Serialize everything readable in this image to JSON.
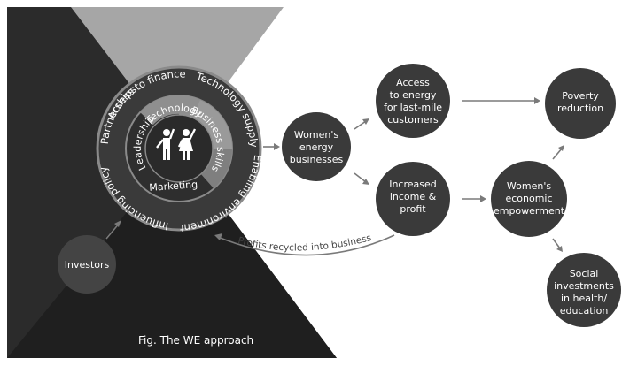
{
  "outer_ring": {
    "access_to_finance": "Access to finance",
    "technology_supply": "Technology supply",
    "partnerships": "Partnerships",
    "enabling_environment": "Enabling environment",
    "influencing_policy": "Influencing policy"
  },
  "inner_ring": {
    "technology": "Technology",
    "business_skills": "Business skills",
    "leadership": "Leadership",
    "marketing": "Marketing"
  },
  "nodes": {
    "womens_energy_businesses": [
      "Women's",
      "energy",
      "businesses"
    ],
    "access_to_energy": [
      "Access",
      "to energy",
      "for last-mile",
      "customers"
    ],
    "increased_income": [
      "Increased",
      "income &",
      "profit"
    ],
    "poverty_reduction": [
      "Poverty",
      "reduction"
    ],
    "womens_empowerment": [
      "Women's",
      "economic",
      "empowerment"
    ],
    "social_investments": [
      "Social",
      "investments",
      "in health/",
      "education"
    ],
    "investors": [
      "Investors"
    ]
  },
  "profits_recycled": "Profits recycled into business",
  "caption": "Fig. The WE approach",
  "colors": {
    "dark_bg": "#2b2b2b",
    "darker_bg": "#1f1f1f",
    "light_triangle": "#a6a6a6",
    "outer_ring": "#3a3a3a",
    "ring_border": "#8a8a8a",
    "inner_ring_light": "#9a9a9a",
    "inner_ring_dark": "#2e2e2e",
    "node": "#3a3a3a",
    "arrow": "#7a7a7a"
  },
  "icons": [
    "people-icon"
  ]
}
